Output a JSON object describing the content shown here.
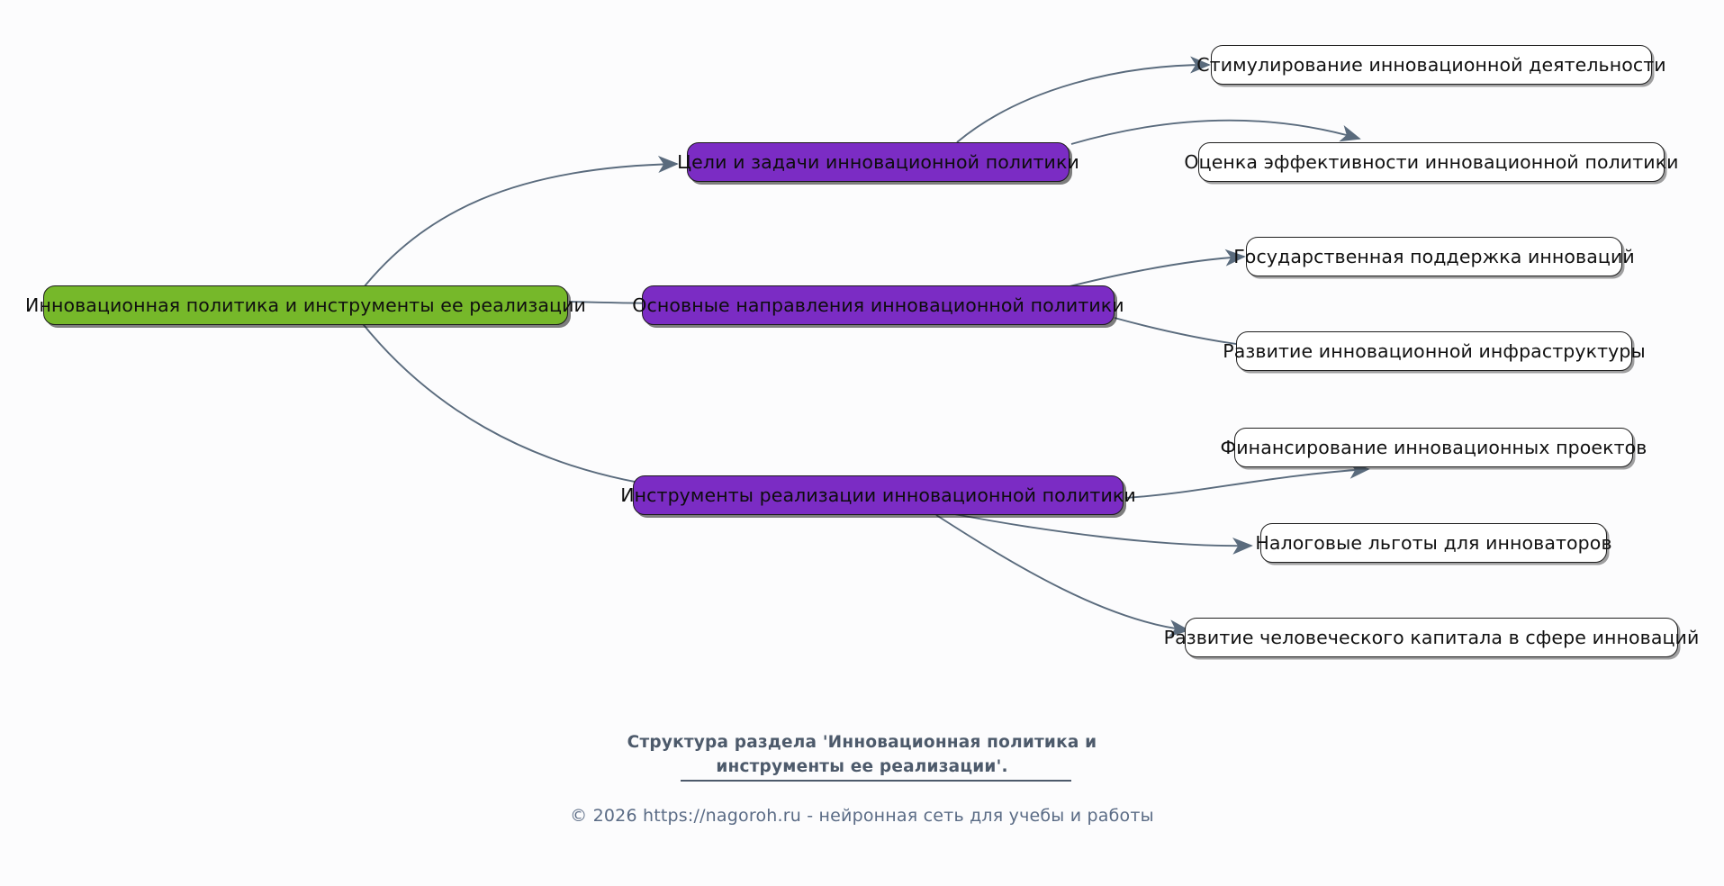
{
  "diagram": {
    "type": "mindmap",
    "background_color": "#fcfcfd",
    "edge_color": "#5a6b7d",
    "root": {
      "label": "Инновационная политика и инструменты ее реализации",
      "color": "#76b82a"
    },
    "branches": [
      {
        "label": "Цели и задачи инновационной политики",
        "color": "#7b2cc4",
        "children": [
          "Стимулирование инновационной деятельности",
          "Оценка эффективности инновационной политики"
        ]
      },
      {
        "label": "Основные направления инновационной политики",
        "color": "#7b2cc4",
        "children": [
          "Государственная поддержка инноваций",
          "Развитие инновационной инфраструктуры"
        ]
      },
      {
        "label": "Инструменты реализации инновационной политики",
        "color": "#7b2cc4",
        "children": [
          "Финансирование инновационных проектов",
          "Налоговые льготы для инноваторов",
          "Развитие человеческого капитала в сфере инноваций"
        ]
      }
    ]
  },
  "footer": {
    "caption_line1": "Структура раздела 'Инновационная политика и",
    "caption_line2": "инструменты ее реализации'.",
    "copyright": "© 2026 https://nagoroh.ru - нейронная сеть для учебы и работы"
  }
}
